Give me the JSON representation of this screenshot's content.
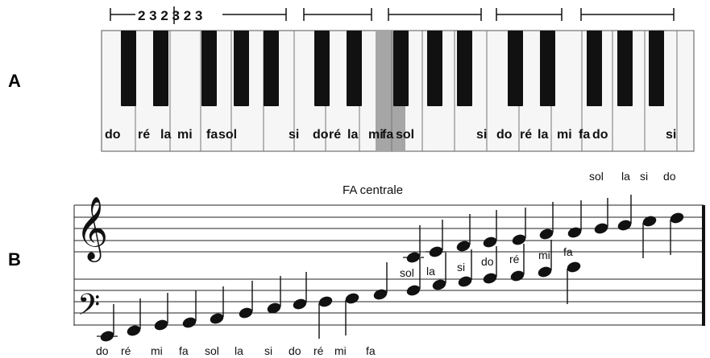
{
  "panels": {
    "a": "A",
    "b": "B"
  },
  "keyboard": {
    "fingering": "2 3 2 3 2 3",
    "names": [
      "do",
      "ré",
      "la",
      "mi",
      "fa",
      "sol",
      "si",
      "do",
      "ré",
      "la",
      "mi",
      "fa",
      "sol",
      "si",
      "do",
      "ré",
      "la",
      "mi",
      "fa",
      "do",
      "si"
    ],
    "highlight_color": "#a6a6a6"
  },
  "staff": {
    "caption": "FA centrale",
    "treble_names": [
      "sol",
      "la",
      "si",
      "do",
      "ré",
      "mi",
      "fa",
      "sol",
      "la",
      "si",
      "do"
    ],
    "bass_names": [
      "do",
      "ré",
      "mi",
      "fa",
      "sol",
      "la",
      "si",
      "do",
      "ré",
      "mi",
      "fa"
    ]
  },
  "icons": {
    "treble_clef": "treble-clef-icon",
    "bass_clef": "bass-clef-icon"
  }
}
